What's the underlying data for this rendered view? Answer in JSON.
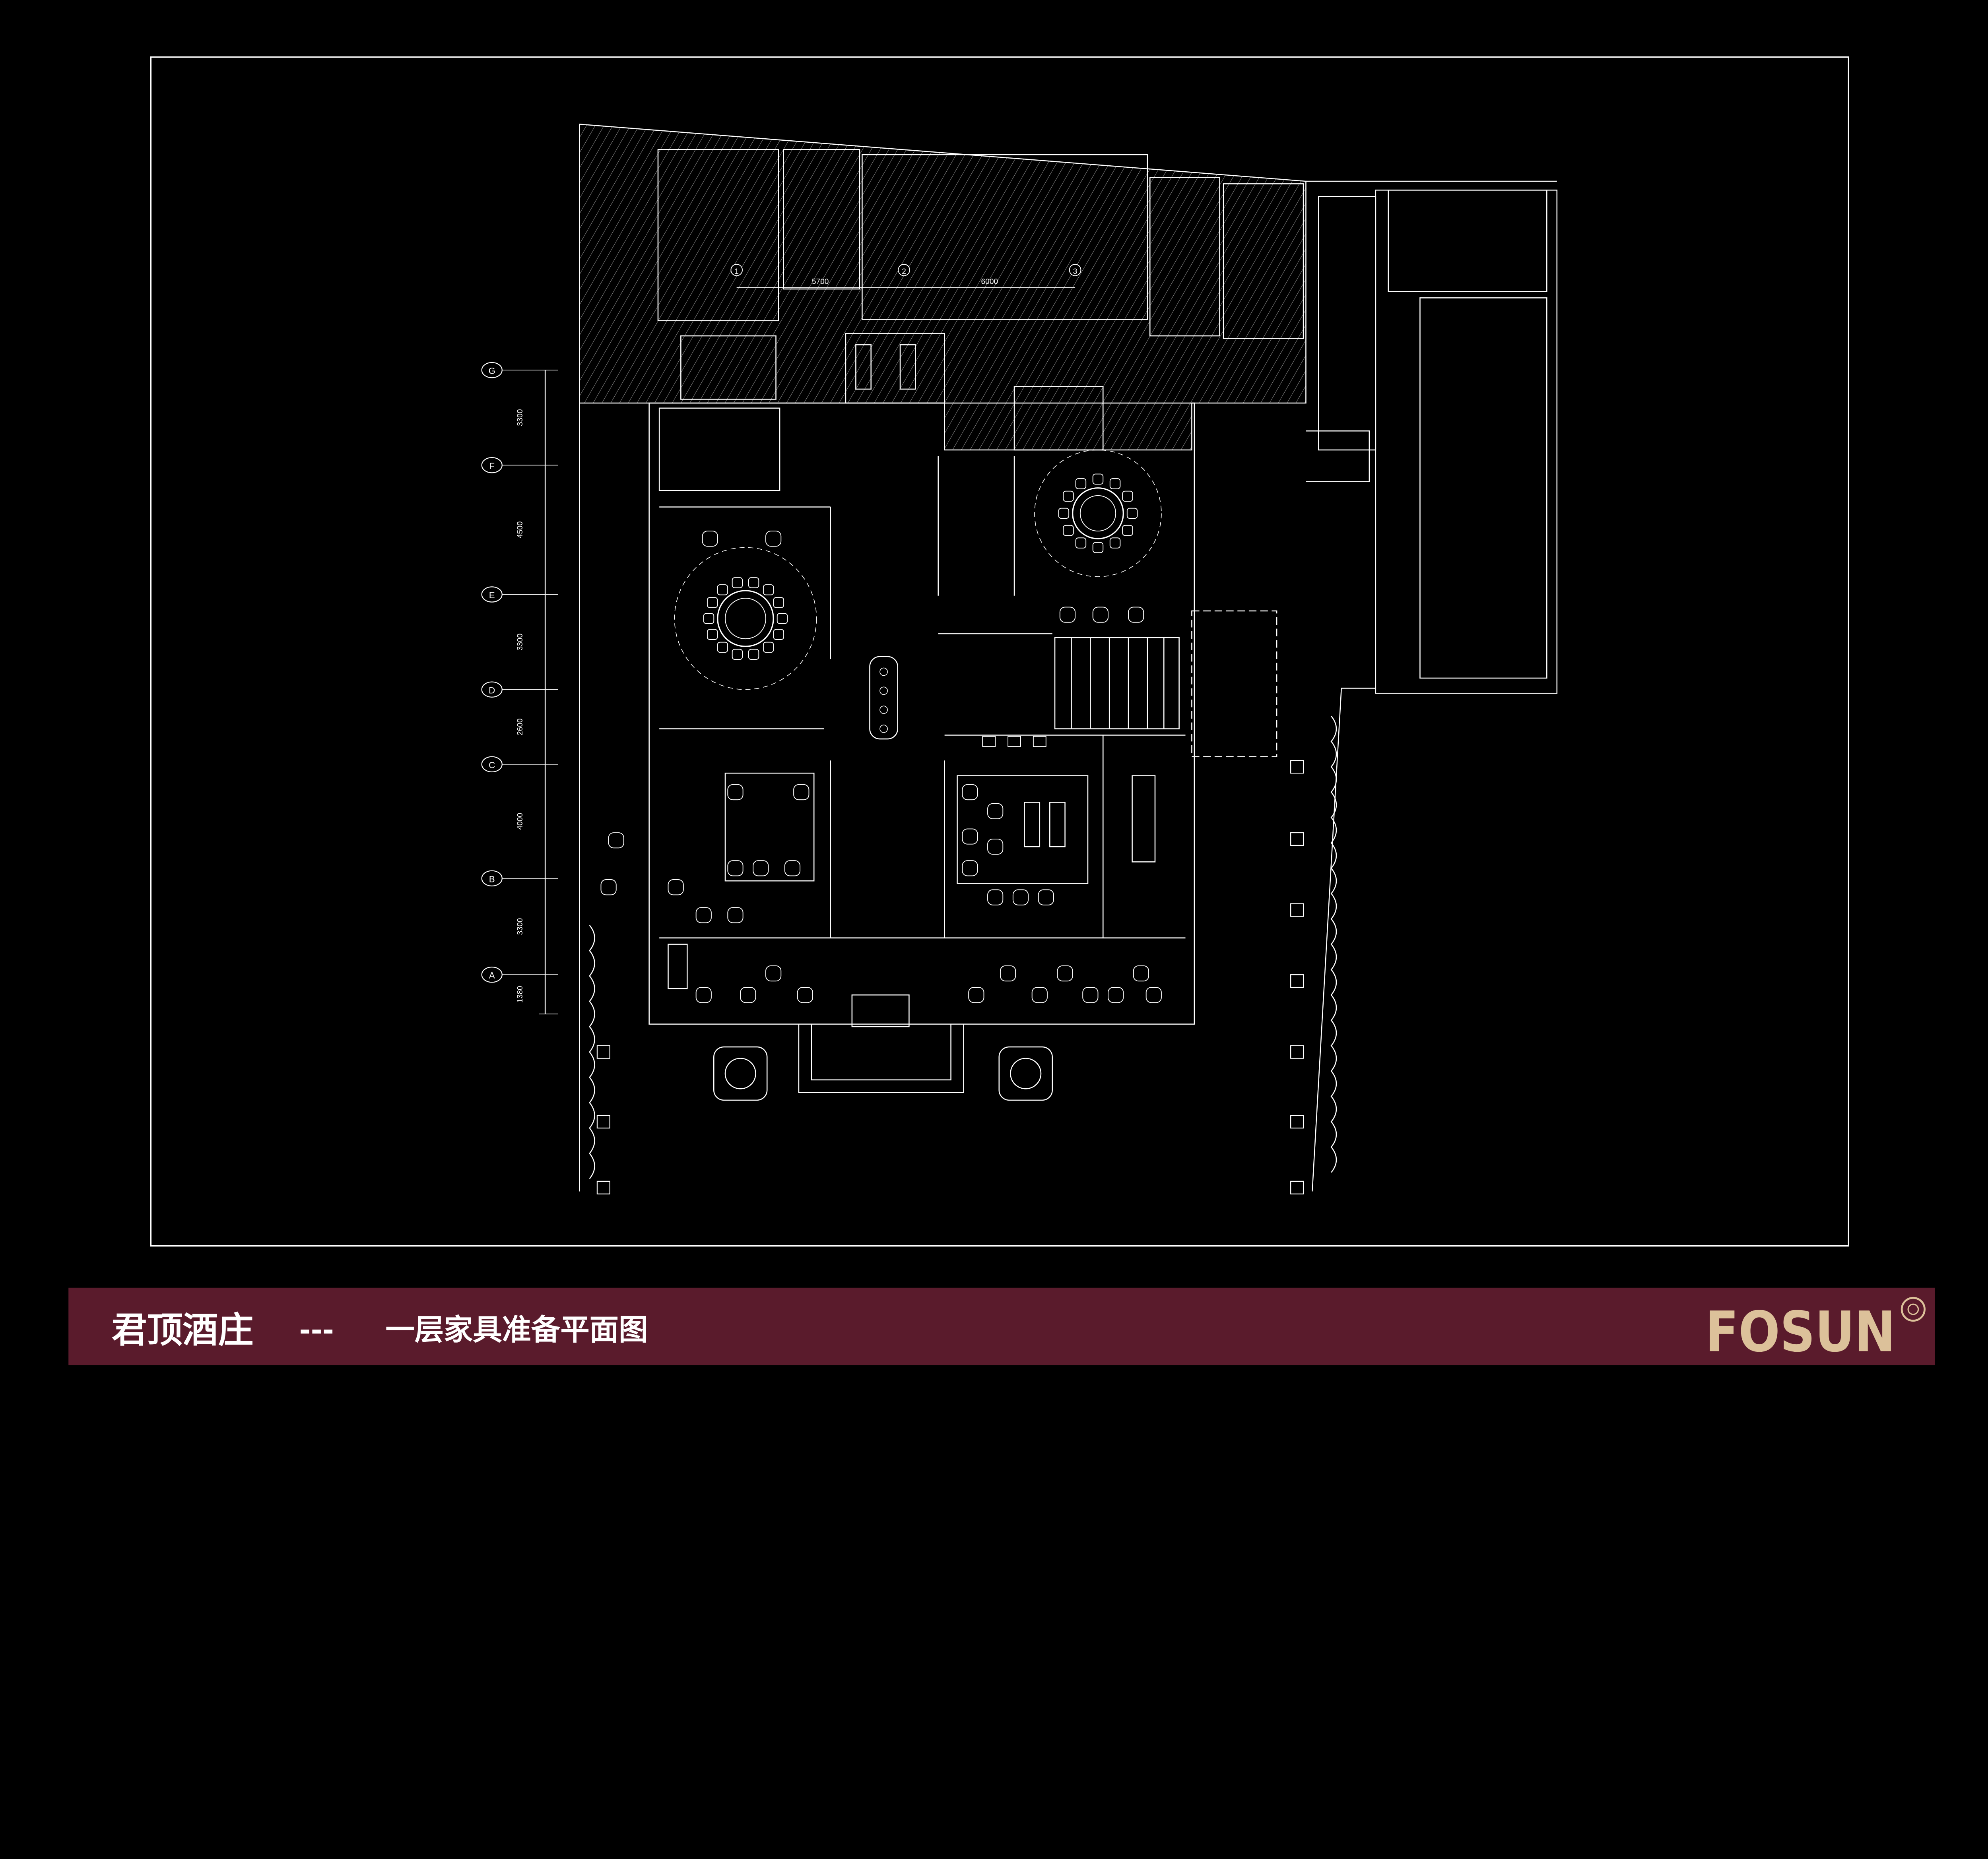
{
  "title_bar": {
    "project": "君顶酒庄",
    "separator": "---",
    "drawing_name": "一层家具准备平面图",
    "background_color": "#5a1b2c",
    "text_color": "#ffffff"
  },
  "logo": {
    "text": "FOSUN",
    "color": "#dcc19a"
  },
  "drawing": {
    "line_color": "#ffffff",
    "background_color": "#000000",
    "row_axes": [
      {
        "label": "G",
        "dim_below": "3300"
      },
      {
        "label": "F",
        "dim_below": "4500"
      },
      {
        "label": "E",
        "dim_below": "3300"
      },
      {
        "label": "D",
        "dim_below": "2600"
      },
      {
        "label": "C",
        "dim_below": "4000"
      },
      {
        "label": "B",
        "dim_below": "3300"
      },
      {
        "label": "A",
        "dim_below": "1380"
      }
    ],
    "column_axes": [
      {
        "label": "1",
        "dim_right": "5700"
      },
      {
        "label": "2",
        "dim_right": "6000"
      },
      {
        "label": "3",
        "dim_right": ""
      }
    ]
  }
}
